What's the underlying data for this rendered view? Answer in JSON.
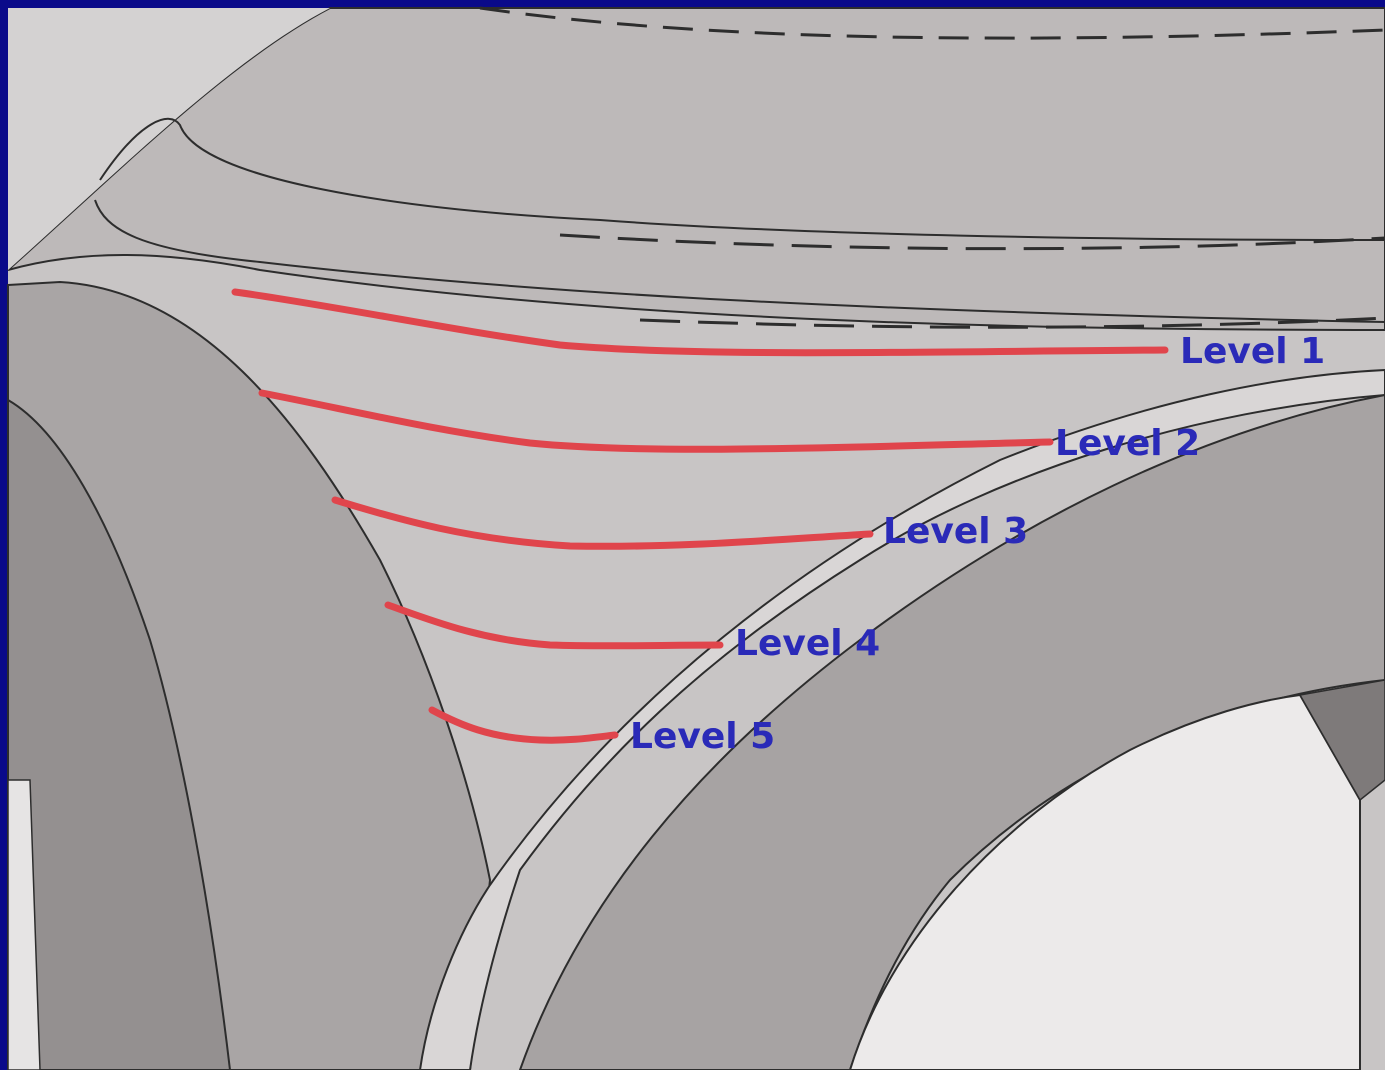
{
  "colors": {
    "frame": "#0a0a8a",
    "surface_light": "#c8c5c5",
    "surface_mid": "#aca8a8",
    "surface_dark": "#8f8b8b",
    "highlight": "#e0dede",
    "outline": "#2d2d2d",
    "level_line": "#e0454c",
    "label": "#2a2ab8"
  },
  "levels": [
    {
      "label": "Level 1"
    },
    {
      "label": "Level 2"
    },
    {
      "label": "Level 3"
    },
    {
      "label": "Level 4"
    },
    {
      "label": "Level 5"
    }
  ]
}
